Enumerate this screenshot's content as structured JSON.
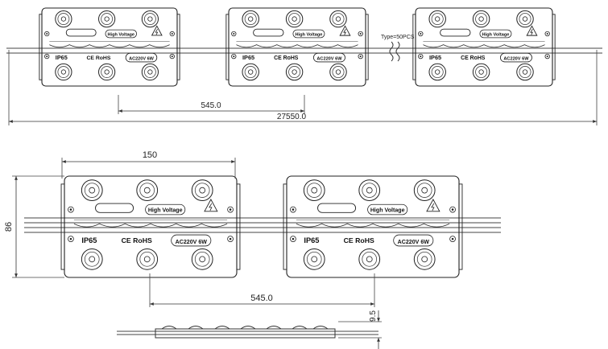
{
  "diagram": {
    "module_labels": {
      "warning": "High Voltage",
      "ip": "IP65",
      "cert": "CE RoHS",
      "power": "AC220V 6W"
    },
    "dimensions": {
      "pitch_top": "545.0",
      "total_length": "27550.0",
      "width": "150",
      "height": "86",
      "pitch_bottom": "545.0",
      "thickness": "9.5"
    },
    "type_note": "Type=50PCS"
  }
}
